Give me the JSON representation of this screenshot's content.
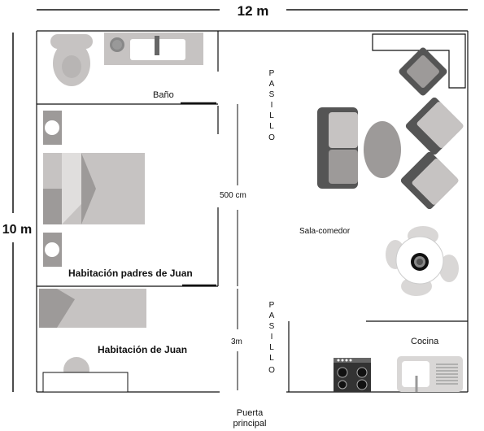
{
  "dimensions": {
    "width_label": "12 m",
    "height_label": "10 m",
    "room_height_label": "500 cm",
    "corridor_width_label": "3m"
  },
  "rooms": {
    "bathroom": "Baño",
    "parents_bedroom": "Habitación padres de Juan",
    "juan_bedroom": "Habitación de Juan",
    "living_dining": "Sala-comedor",
    "kitchen": "Cocina"
  },
  "hallway": {
    "upper_letters": [
      "P",
      "A",
      "S",
      "I",
      "L",
      "L",
      "O"
    ],
    "lower_letters": [
      "P",
      "A",
      "S",
      "I",
      "L",
      "L",
      "O"
    ]
  },
  "entrance": {
    "line1": "Puerta",
    "line2": "principal"
  }
}
